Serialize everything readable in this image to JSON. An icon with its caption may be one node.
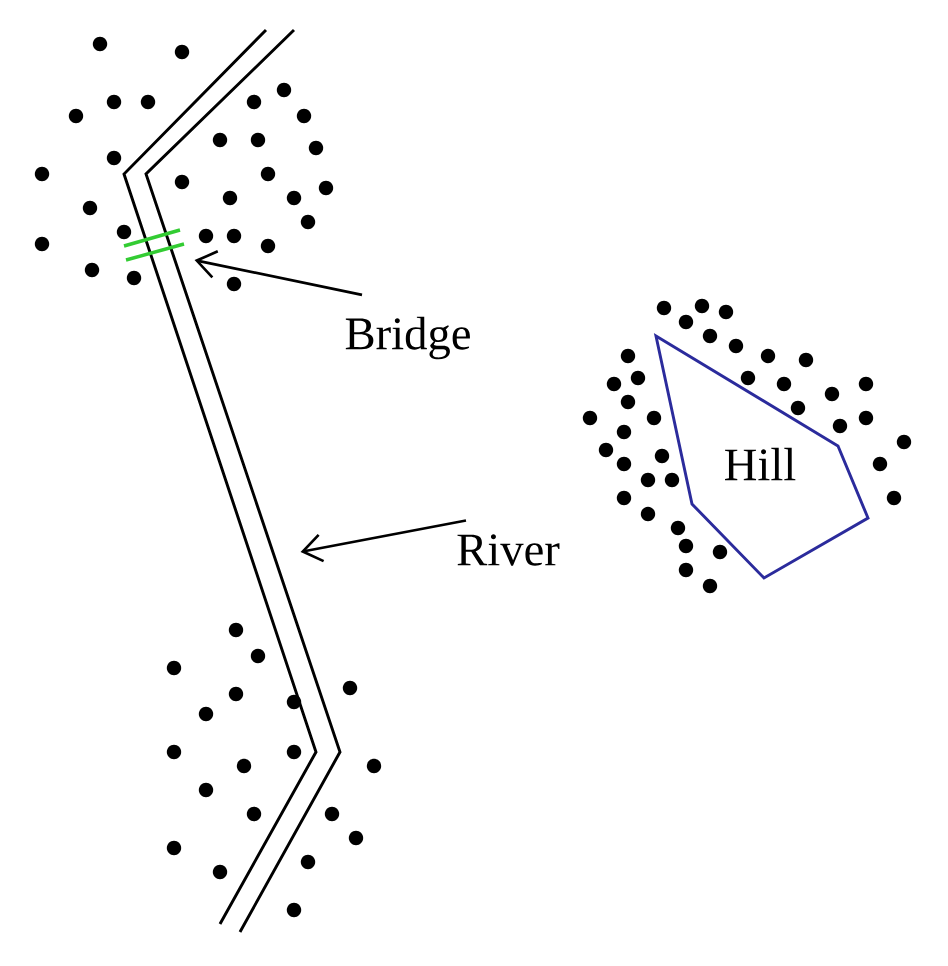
{
  "diagram": {
    "nodes": [
      {
        "text": [],
        "shape": "picture"
      },
      {
        "text": [],
        "shape": "picture",
        "in": 0
      },
      {
        "text": [
          "Bridge"
        ]
      },
      {
        "text": [
          "River"
        ]
      },
      {
        "text": [
          "Hill"
        ]
      }
    ],
    "edges": [
      {
        "from": 2,
        "to": 1,
        "arrow": "to"
      },
      {
        "from": 3,
        "to": 0,
        "arrow": "to"
      }
    ]
  }
}
